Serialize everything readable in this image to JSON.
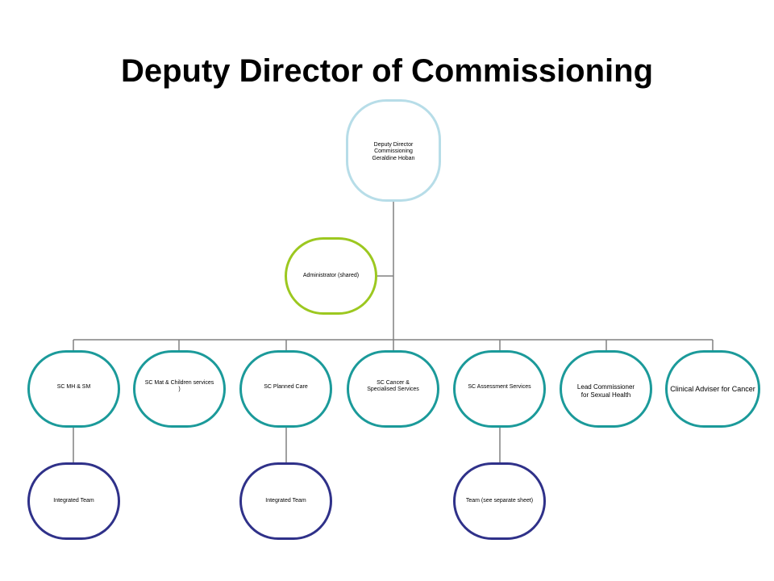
{
  "title": "Deputy Director of Commissioning",
  "colors": {
    "root_border": "#b7dde8",
    "admin_border": "#9cc820",
    "level1_border": "#1b9a9a",
    "level2_border": "#2f3189",
    "connector": "#808080"
  },
  "nodes": {
    "root": "Deputy Director\n Commissioning\nGeraldine Hoban",
    "admin": "Administrator (shared)",
    "sc_mh_sm": "SC MH & SM",
    "sc_mat_children": "SC Mat & Children services\n)",
    "sc_planned_care": "SC Planned Care",
    "sc_cancer": "SC Cancer &\nSpecialised Services",
    "sc_assessment": "SC Assessment Services",
    "lead_sexual_health": "Lead Commissioner\nfor Sexual Health",
    "clinical_adviser_cancer": "Clinical Adviser for Cancer",
    "integrated_team_1": "Integrated Team",
    "integrated_team_2": "Integrated Team",
    "team_separate_sheet": "Team (see separate sheet)"
  }
}
